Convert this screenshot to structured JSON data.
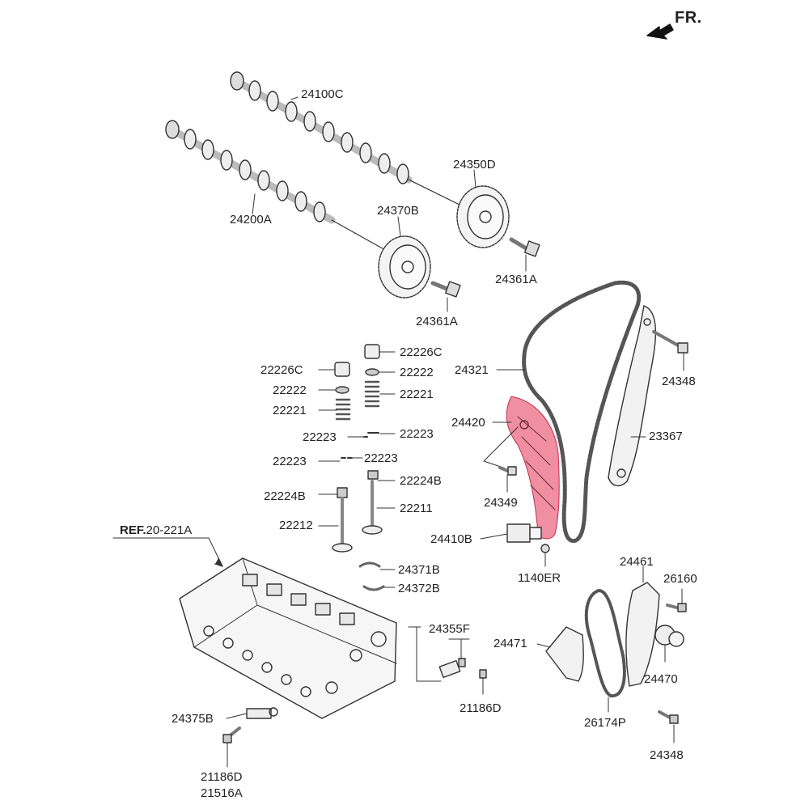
{
  "orientation": {
    "label": "FR."
  },
  "reference": {
    "prefix": "REF.",
    "code": "20-221A"
  },
  "highlight_color": "#e8536e",
  "parts": {
    "p24100C": "24100C",
    "p24200A": "24200A",
    "p24350D": "24350D",
    "p24370B": "24370B",
    "p24361A_top": "24361A",
    "p24361A_bot": "24361A",
    "p22226C_l": "22226C",
    "p22226C_r": "22226C",
    "p22222_l": "22222",
    "p22222_r": "22222",
    "p22221_l": "22221",
    "p22221_r": "22221",
    "p22223_a": "22223",
    "p22223_b": "22223",
    "p22223_c": "22223",
    "p22223_d": "22223",
    "p22224B_l": "22224B",
    "p22224B_r": "22224B",
    "p22212": "22212",
    "p22211": "22211",
    "p24321": "24321",
    "p24348_top": "24348",
    "p24420": "24420",
    "p23367": "23367",
    "p24349": "24349",
    "p24410B": "24410B",
    "p1140ER": "1140ER",
    "p24371B": "24371B",
    "p24372B": "24372B",
    "p24461": "24461",
    "p26160": "26160",
    "p24471": "24471",
    "p24470": "24470",
    "p24355F": "24355F",
    "p21186D_mid": "21186D",
    "p24375B": "24375B",
    "p26174P": "26174P",
    "p24348_bot": "24348",
    "p21186D_bot": "21186D",
    "p21516A": "21516A"
  }
}
